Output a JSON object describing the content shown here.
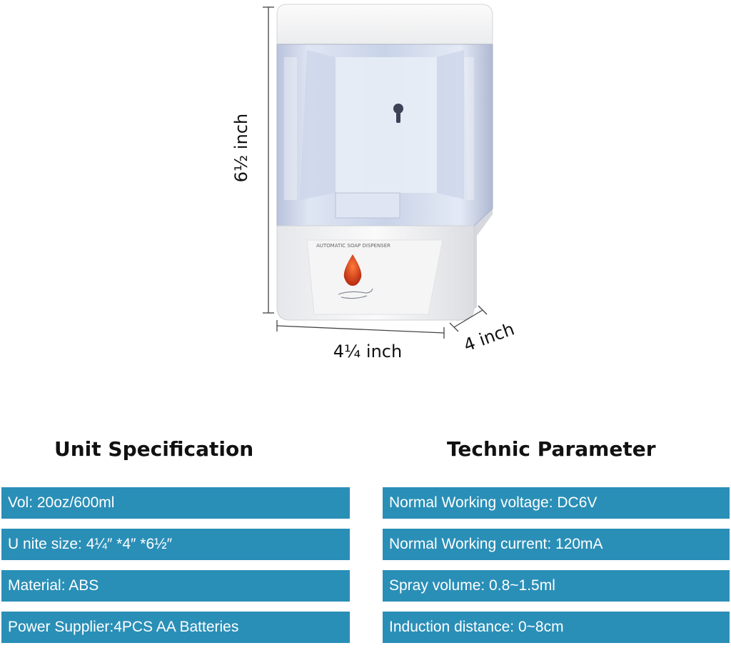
{
  "product": {
    "device_label": "AUTOMATIC SOAP DISPENSER",
    "dimensions": {
      "height": "6½ inch",
      "width": "4¼ inch",
      "depth": "4 inch"
    }
  },
  "unit_specification": {
    "title": "Unit Specification",
    "items": [
      "Vol: 20oz/600ml",
      "U nite size: 4¼″   *4″   *6½″",
      "Material: ABS",
      "Power Supplier:4PCS AA Batteries"
    ]
  },
  "technic_parameter": {
    "title": "Technic Parameter",
    "items": [
      "Normal Working voltage: DC6V",
      "Normal Working current: 120mA",
      "Spray volume: 0.8~1.5ml",
      "Induction distance: 0~8cm"
    ]
  },
  "colors": {
    "row_fill": "#2a8fb7",
    "row_text": "#ffffff",
    "indicator": "#d43a1a"
  }
}
